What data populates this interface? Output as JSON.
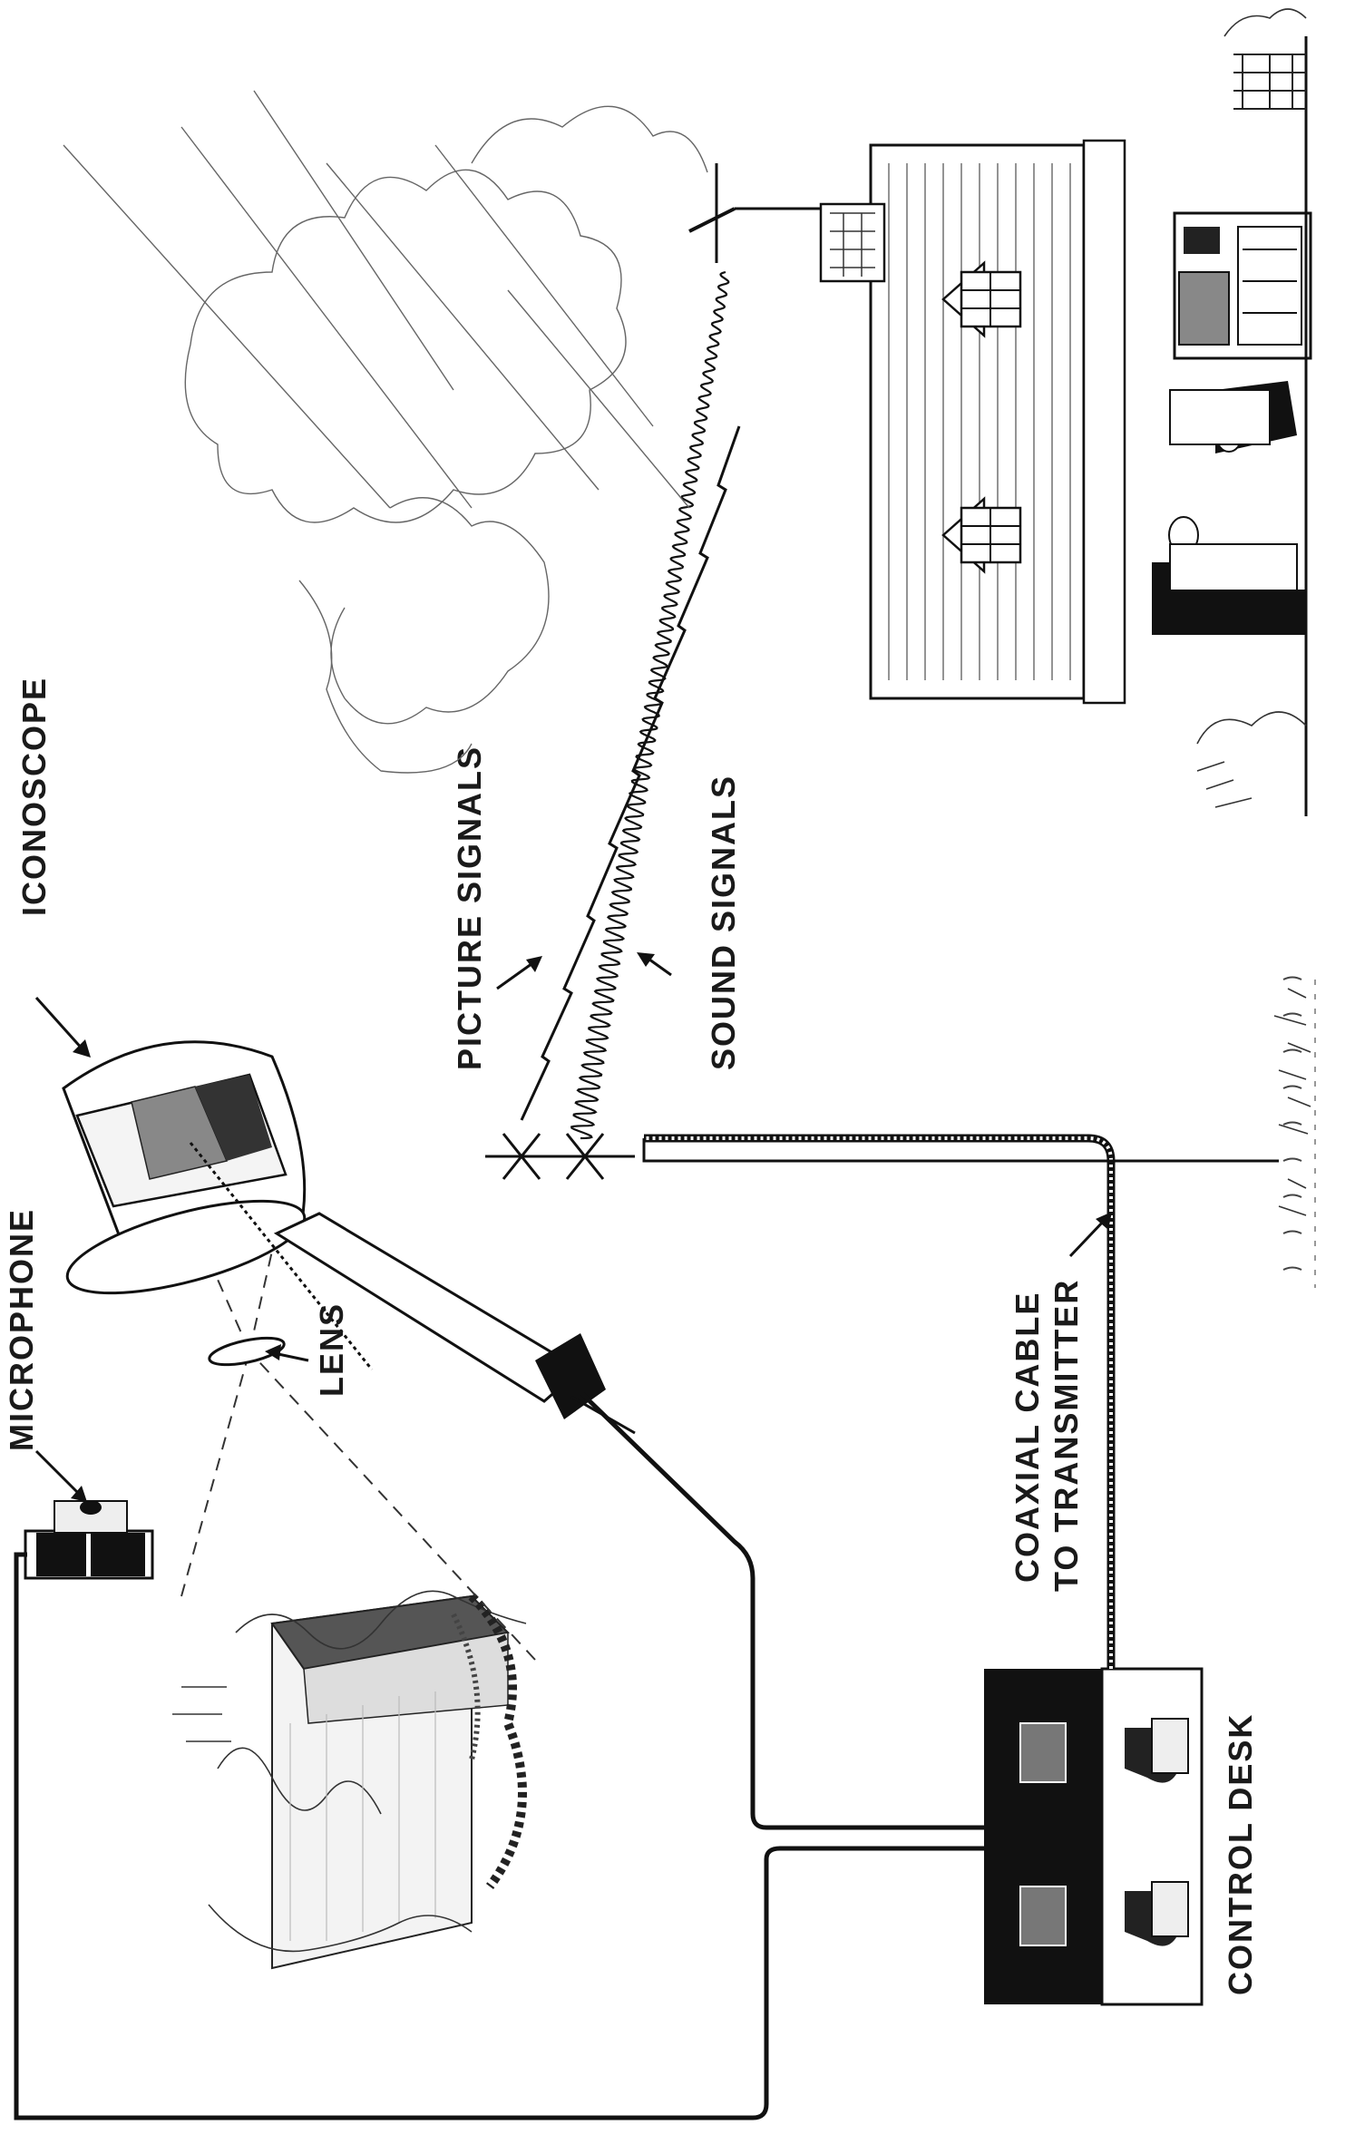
{
  "diagram": {
    "labels": {
      "microphone": "MICROPHONE",
      "iconoscope": "ICONOSCOPE",
      "lens": "LENS",
      "picture_signals": "PICTURE SIGNALS",
      "sound_signals": "SOUND SIGNALS",
      "coaxial_line1": "COAXIAL CABLE",
      "coaxial_line2": "TO TRANSMITTER",
      "control_desk": "CONTROL DESK"
    }
  }
}
